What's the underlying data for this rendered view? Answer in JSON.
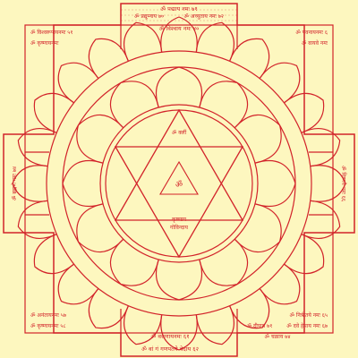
{
  "colors": {
    "background": "#fdf7bf",
    "ink": "#d2232a"
  },
  "top_gate": {
    "lines": [
      "ॐ पद्माय नमः ७१",
      "ॐ प्रद्युम्नाय ७०",
      "ॐ अच्युताय नमः ७२",
      "ॐ विश्वाय नमः ४०"
    ]
  },
  "bottom_gate": {
    "lines": [
      "ॐ वरुणायनमः ६१",
      "ॐ वां गं गणपतये वेदाय ६२",
      "ॐ दीपाय ७१",
      "ॐ चक्राय ७४"
    ]
  },
  "corners": {
    "top_left": "ॐ विश्वरूपायनमः ५१",
    "top_left_2": "ॐ कृष्णायनमः",
    "top_right": "ॐ पवनायनमः ६",
    "top_right_2": "ॐ वायवे नमः",
    "bottom_left": "ॐ अनंतायनमः ५७",
    "bottom_left_2": "ॐ कृष्णायनमः ५८",
    "bottom_right": "ॐ निर्ऋतये नमः ६५",
    "bottom_right_2": "ॐ दवे हेमाय नमः ६७"
  },
  "side_labels": {
    "left": "ॐ ब्रह्मणे नमः ७४",
    "right": "ॐ विष्णवे नमः ६६"
  },
  "center": {
    "triangle_label": "ॐ",
    "inner_lines": [
      "ॐ क्लीं",
      "कृष्णाय",
      "गोविन्दाय"
    ]
  }
}
